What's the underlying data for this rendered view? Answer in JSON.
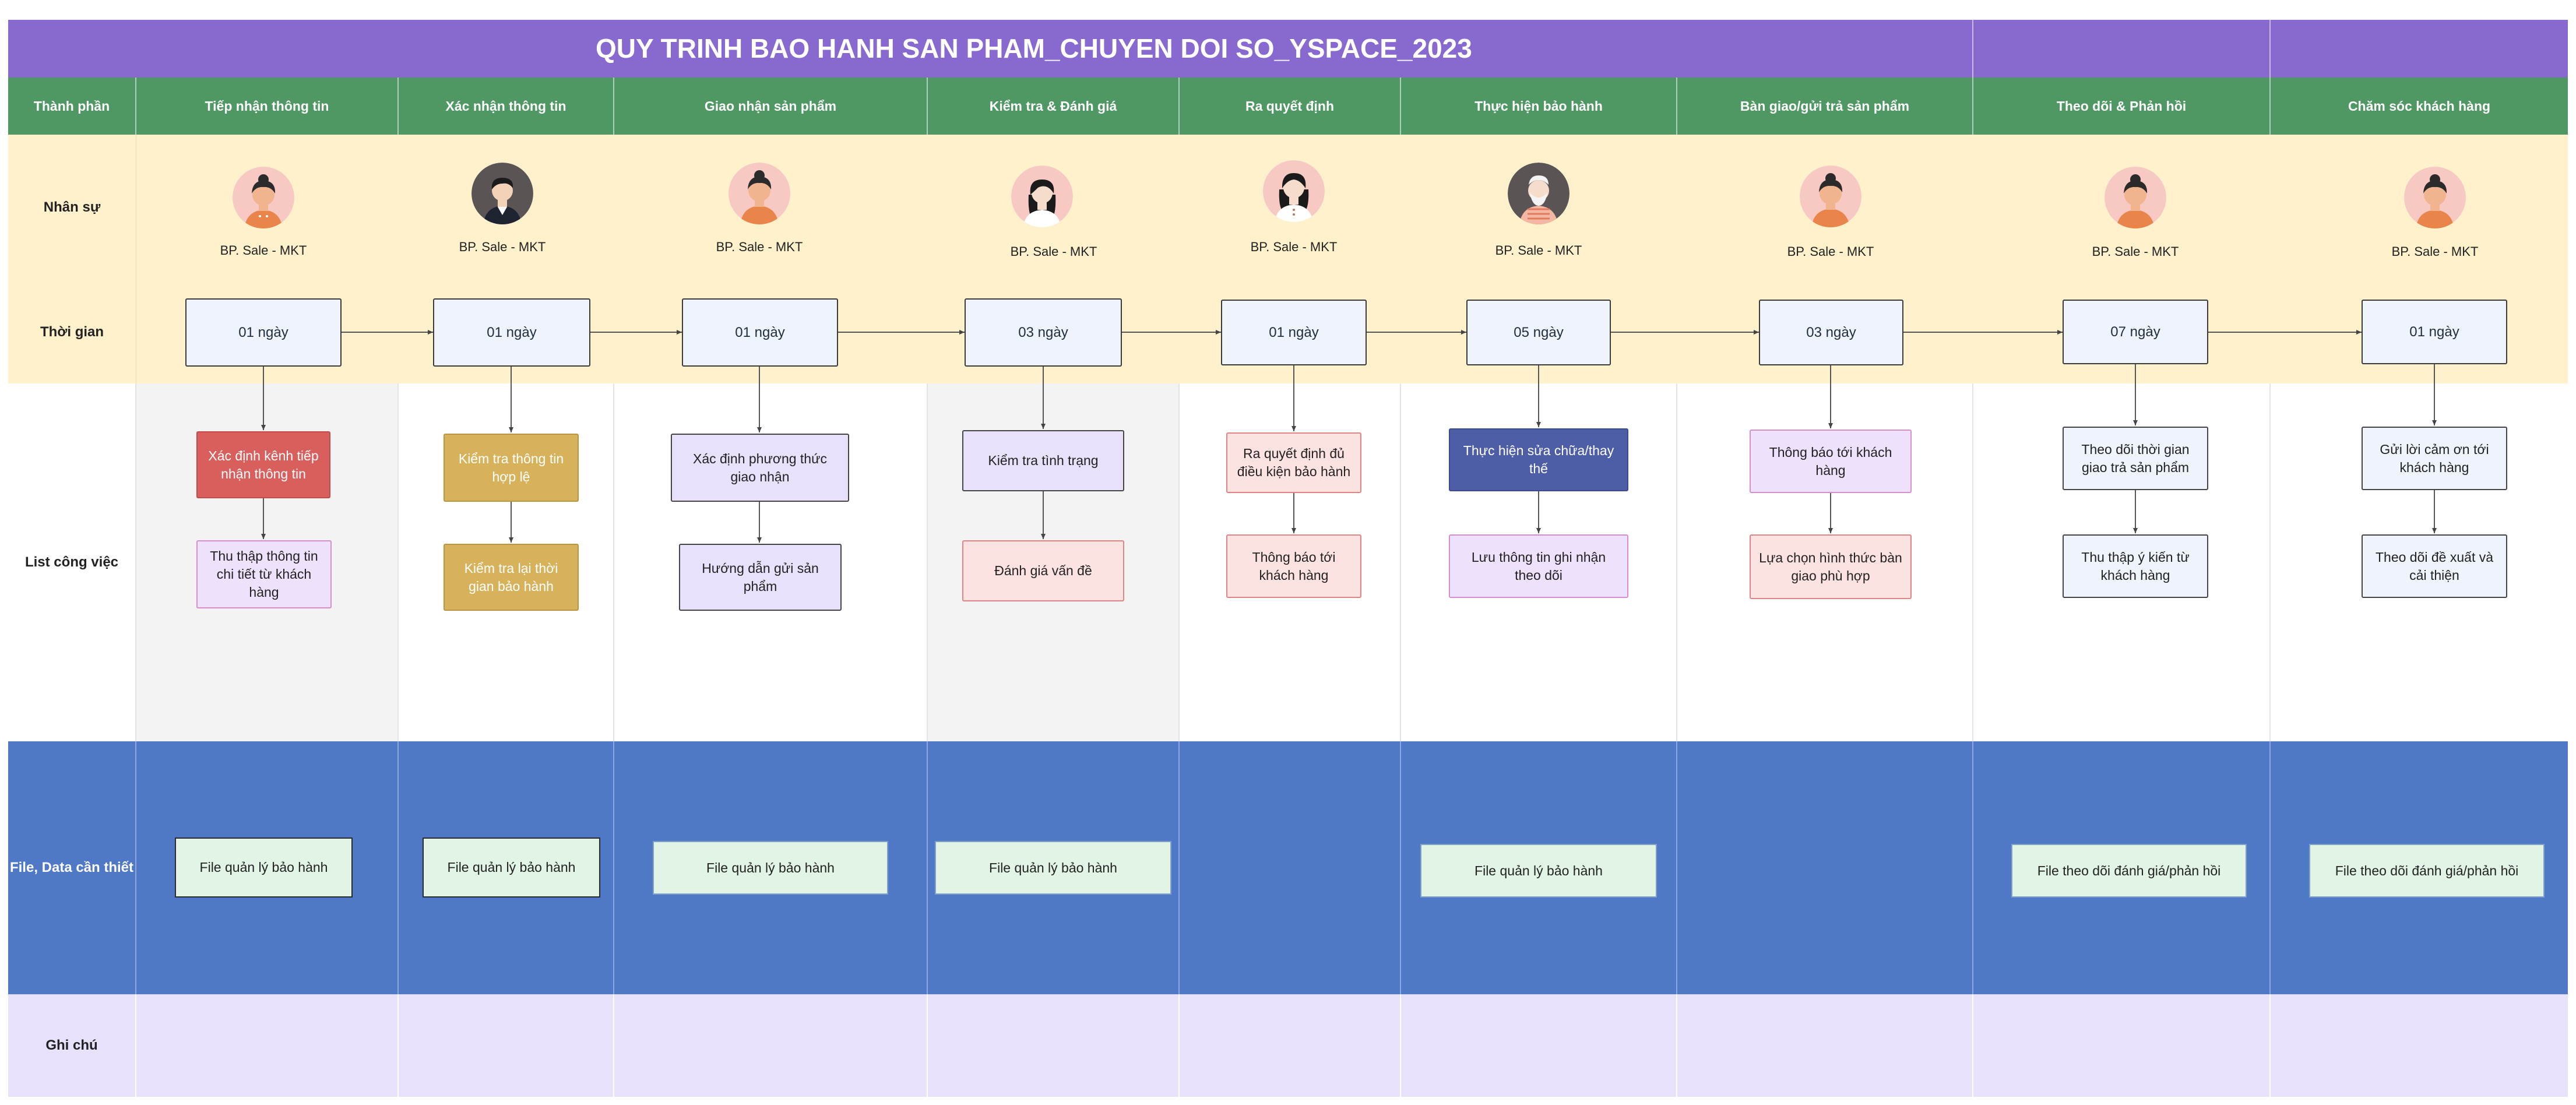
{
  "title": "QUY TRINH BAO HANH SAN PHAM_CHUYEN DOI SO_YSPACE_2023",
  "header_row": {
    "label": "Thành phần",
    "stages": [
      "Tiếp nhận thông tin",
      "Xác nhận thông tin",
      "Giao nhận sản phẩm",
      "Kiểm tra & Đánh giá",
      "Ra quyết định",
      "Thực hiện bảo hành",
      "Bàn giao/gửi trả sản phẩm",
      "Theo dõi & Phản hồi",
      "Chăm sóc khách hàng"
    ]
  },
  "rows": {
    "staff": "Nhân sự",
    "time": "Thời gian",
    "tasks": "List công việc",
    "files": "File, Data cần thiết",
    "notes": "Ghi chú"
  },
  "staff": [
    {
      "label": "BP. Sale - MKT",
      "avatar": "woman-avatar-icon"
    },
    {
      "label": "BP. Sale - MKT",
      "avatar": "man-avatar-icon"
    },
    {
      "label": "BP. Sale - MKT",
      "avatar": "woman-avatar-icon"
    },
    {
      "label": "BP. Sale - MKT",
      "avatar": "woman-longhair-avatar-icon"
    },
    {
      "label": "BP. Sale - MKT",
      "avatar": "woman-dark-avatar-icon"
    },
    {
      "label": "BP. Sale - MKT",
      "avatar": "old-man-avatar-icon"
    },
    {
      "label": "BP. Sale - MKT",
      "avatar": "woman-avatar-icon"
    },
    {
      "label": "BP. Sale - MKT",
      "avatar": "woman-avatar-icon"
    },
    {
      "label": "BP. Sale - MKT",
      "avatar": "woman-avatar-icon"
    }
  ],
  "times": [
    "01 ngày",
    "01 ngày",
    "01 ngày",
    "03 ngày",
    "01 ngày",
    "05 ngày",
    "03 ngày",
    "07 ngày",
    "01 ngày"
  ],
  "tasks": [
    [
      "Xác định kênh tiếp nhận thông tin",
      "Thu thập thông tin chi tiết từ khách hàng"
    ],
    [
      "Kiểm tra thông tin hợp lệ",
      "Kiểm tra lại thời gian bảo hành"
    ],
    [
      "Xác định phương thức giao nhận",
      "Hướng dẫn gửi sản phẩm"
    ],
    [
      "Kiểm tra tình trạng",
      "Đánh giá vấn đề"
    ],
    [
      "Ra quyết định đủ điều kiện bảo hành",
      "Thông báo tới khách hàng"
    ],
    [
      "Thực hiện sửa chữa/thay thế",
      "Lưu thông tin ghi nhận theo dõi"
    ],
    [
      "Thông báo tới khách hàng",
      "Lựa chọn hình thức bàn giao phù hợp"
    ],
    [
      "Theo dõi thời gian giao trả sản phẩm",
      "Thu thập ý kiến từ khách hàng"
    ],
    [
      "Gửi lời cảm ơn tới khách hàng",
      "Theo dõi đề xuất và cải thiện"
    ]
  ],
  "files": [
    "File quản lý bảo hành",
    "File quản lý bảo hành",
    "File quản lý bảo hành",
    "File quản lý bảo hành",
    "",
    "File quản lý bảo hành",
    "",
    "File theo dõi đánh giá/phản hồi",
    "File theo dõi đánh giá/phản hồi"
  ],
  "colors": {
    "title_bar": "#8769cf",
    "header_row": "#4f9863",
    "staff_time_band": "#fef1cc",
    "files_band": "#4f78c7",
    "notes_band": "#e7e1fb",
    "file_box": "#e1f4e6"
  }
}
